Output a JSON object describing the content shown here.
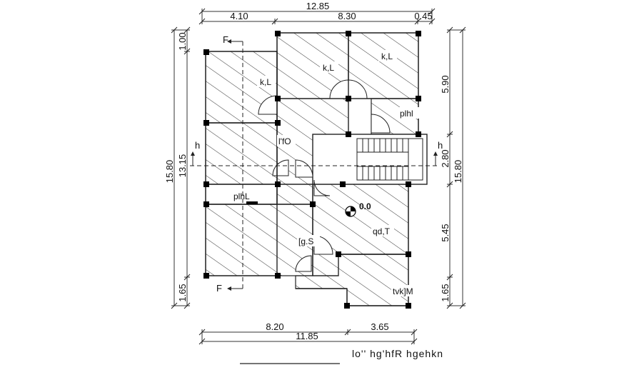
{
  "dimensions": {
    "top_total": "12.85",
    "top_seg_1": "4.10",
    "top_seg_2": "8.30",
    "top_seg_3": "0.45",
    "left_total": "15.80",
    "left_inner": "13.15",
    "left_top": "1.00",
    "left_bottom": "1.65",
    "right_total": "15.80",
    "right_seg_1": "5.90",
    "right_seg_2": "2.80",
    "right_seg_3": "5.45",
    "right_seg_4": "1.65",
    "bottom_seg_1": "8.20",
    "bottom_seg_2": "3.65",
    "bottom_total": "11.85"
  },
  "rooms": {
    "bedroom_left": "k,L",
    "bedroom_mid": "k,L",
    "bedroom_right": "k,L",
    "toilet_top": "plhl",
    "dining": "l'fO",
    "toilet_left": "plhL",
    "kitchen": "[g.S",
    "living": "qd,T",
    "porch": "tvk]M"
  },
  "markers": {
    "section_top": "F",
    "section_bottom": "F",
    "section_left": "h",
    "section_right": "h",
    "level": "0.0"
  },
  "title": "lo'' hg'hfR hgehkn"
}
